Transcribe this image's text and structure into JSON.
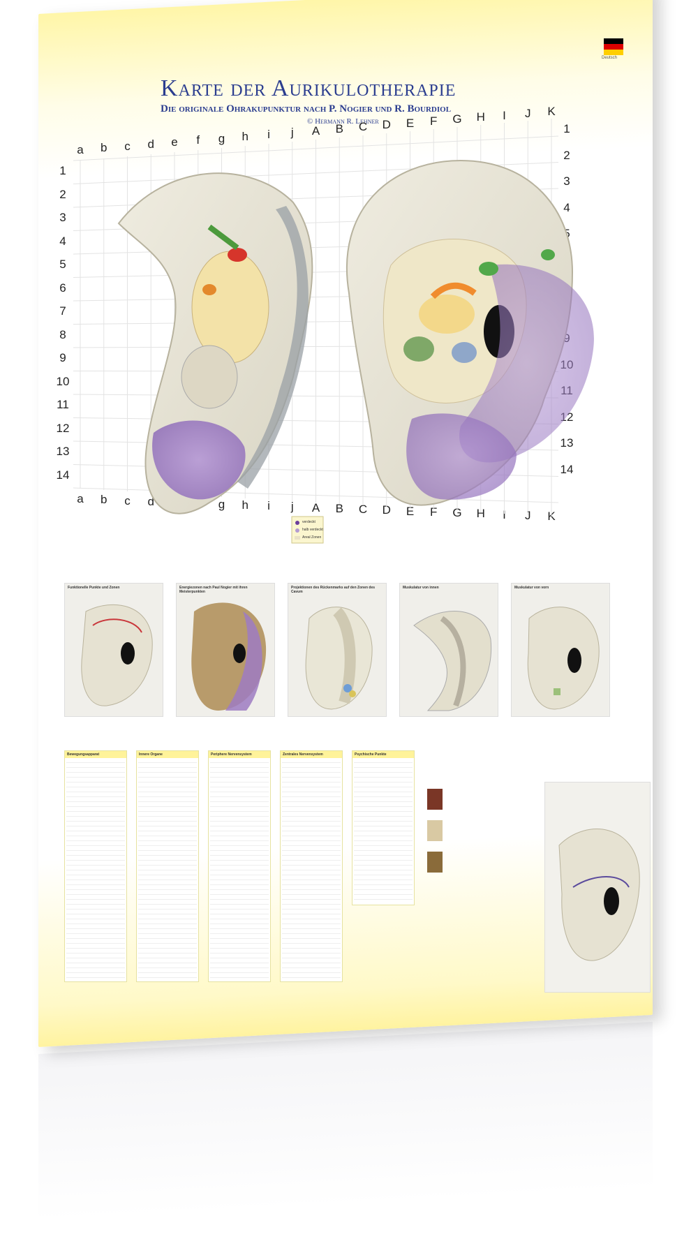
{
  "poster": {
    "title": "Karte der Aurikulotherapie",
    "subtitle": "Die originale Ohrakupunktur nach P. Nogier und R. Bourdiol",
    "author": "© Hermann R. Lehner",
    "language_label": "Deutsch",
    "flag_colors": [
      "#000000",
      "#dd0000",
      "#ffce00"
    ]
  },
  "grid": {
    "lower_letters": [
      "a",
      "b",
      "c",
      "d",
      "e",
      "f",
      "g",
      "h",
      "i",
      "j"
    ],
    "upper_letters": [
      "A",
      "B",
      "C",
      "D",
      "E",
      "F",
      "G",
      "H",
      "I",
      "J",
      "K"
    ],
    "row_numbers": [
      "1",
      "2",
      "3",
      "4",
      "5",
      "6",
      "7",
      "8",
      "9",
      "10",
      "11",
      "12",
      "13",
      "14"
    ]
  },
  "legend": {
    "items": [
      "verdeckt",
      "halb verdeckt",
      "Areal   Zonen"
    ]
  },
  "thumbnails": [
    {
      "title": "Funktionelle Punkte und Zonen"
    },
    {
      "title": "Energiezonen nach Paul Nogier mit ihren Meisterpunkten"
    },
    {
      "title": "Projektionen des Rückenmarks auf den Zonen des Cavum"
    },
    {
      "title": "Muskulatur von innen"
    },
    {
      "title": "Muskulatur von vorn"
    }
  ],
  "tables": [
    {
      "header": "Bewegungsapparat"
    },
    {
      "header": "Innere Organe"
    },
    {
      "header": "Periphere Nervensystem"
    },
    {
      "header": "Zentrales Nervensystem"
    },
    {
      "header": "Psychische Punkte"
    }
  ],
  "colors": {
    "title_blue": "#2b3d8f",
    "ear_skin": "#e9e6d6",
    "purple_zone": "#9d7bc2",
    "yellow_accent": "#fff39a"
  }
}
